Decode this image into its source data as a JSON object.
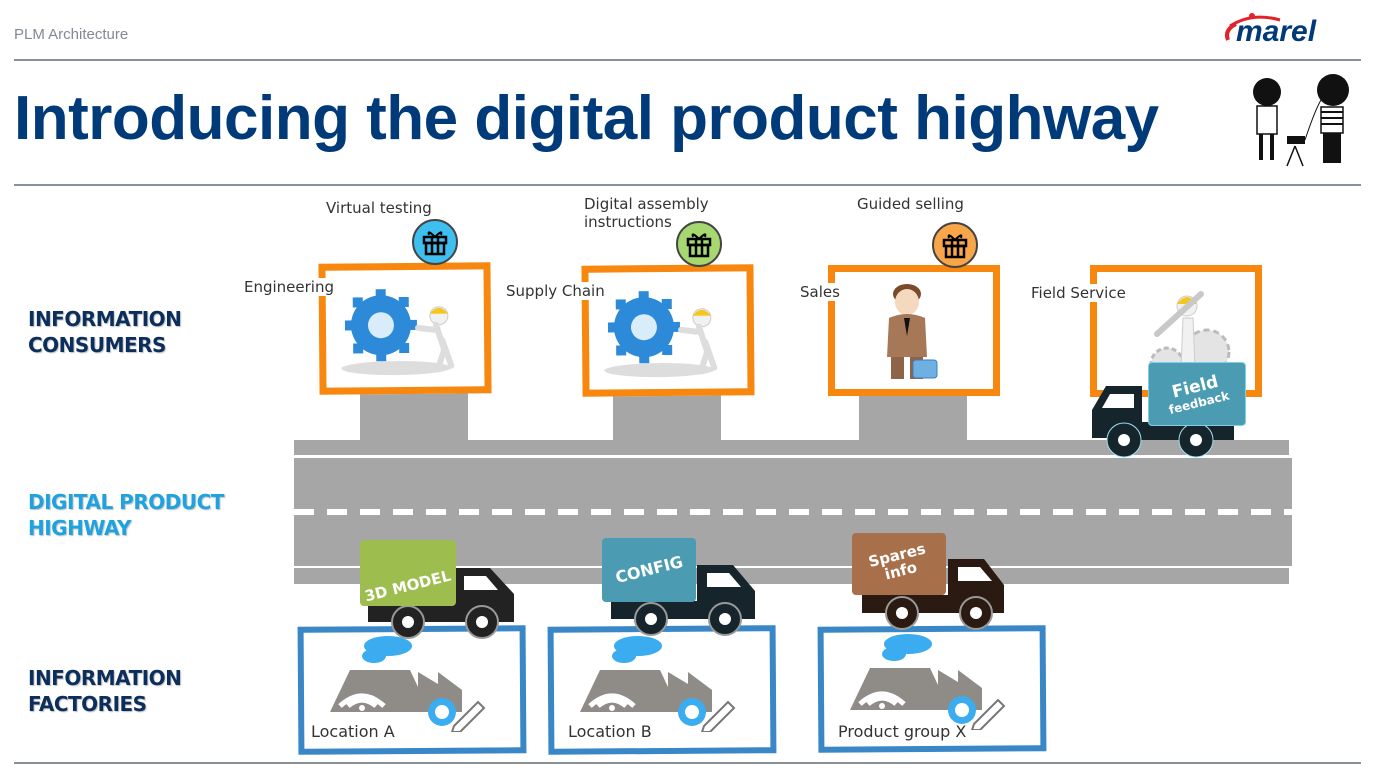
{
  "header": {
    "section_label": "PLM Architecture",
    "logo_text": "marel",
    "title": "Introducing the digital product highway"
  },
  "rows": {
    "consumers": [
      "INFORMATION",
      "CONSUMERS"
    ],
    "highway": [
      "DIGITAL PRODUCT",
      "HIGHWAY"
    ],
    "factories": [
      "INFORMATION",
      "FACTORIES"
    ]
  },
  "consumers": [
    {
      "label": "Engineering",
      "benefit": "Virtual testing",
      "gift_color": "#3fbfef",
      "icon": "gear-worker-icon"
    },
    {
      "label": "Supply Chain",
      "benefit": [
        "Digital assembly",
        "instructions"
      ],
      "gift_color": "#a6d86f",
      "icon": "gear-worker-icon"
    },
    {
      "label": "Sales",
      "benefit": "Guided selling",
      "gift_color": "#f9a54a",
      "icon": "salesman-icon"
    },
    {
      "label": "Field Service",
      "icon": "service-worker-icon"
    }
  ],
  "trucks": [
    {
      "cargo": "3D MODEL",
      "color": "#9dbd4f",
      "cab_color": "#222222"
    },
    {
      "cargo": "CONFIG",
      "color": "#4b9bb2",
      "cab_color": "#16252b"
    },
    {
      "cargo": [
        "Spares",
        "info"
      ],
      "color": "#a8704a",
      "cab_color": "#2a1a12"
    },
    {
      "cargo": [
        "Field",
        "feedback"
      ],
      "color": "#4b9bb2",
      "cab_color": "#16252b"
    }
  ],
  "factories": [
    {
      "label": "Location A"
    },
    {
      "label": "Location B"
    },
    {
      "label": "Product group X"
    }
  ],
  "colors": {
    "title": "#003a78",
    "frame_orange": "#f7870e",
    "frame_blue": "#3a87c8",
    "road": "#a6a6a6",
    "logo_red": "#e3222a",
    "logo_blue": "#003a78"
  }
}
